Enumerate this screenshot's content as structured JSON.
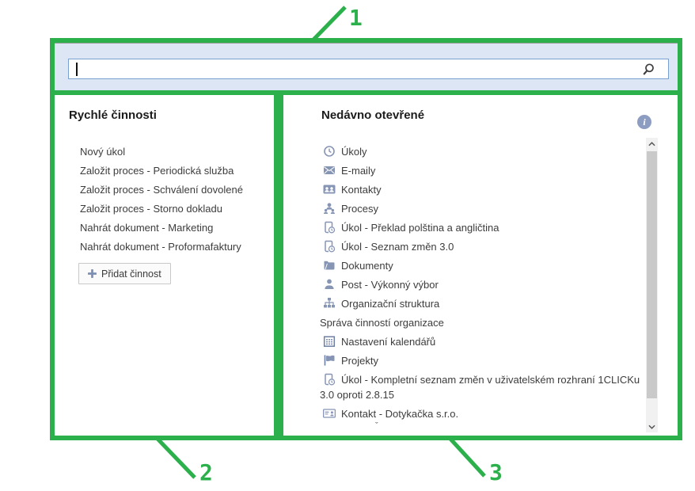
{
  "colors": {
    "annotation_green": "#2bb04c",
    "search_bg": "#dce6f4",
    "input_border": "#7aa0cf",
    "icon_blue": "#8795b5",
    "info_icon_bg": "#8d9dc2"
  },
  "annotations": {
    "label_1": "1",
    "label_2": "2",
    "label_3": "3"
  },
  "search": {
    "value": "",
    "icon": "magnifier-icon"
  },
  "quick_actions": {
    "title": "Rychlé činnosti",
    "items": [
      "Nový úkol",
      "Založit proces - Periodická služba",
      "Založit proces - Schválení dovolené",
      "Založit proces - Storno dokladu",
      "Nahrát dokument - Marketing",
      "Nahrát dokument - Proformafaktury"
    ],
    "add_button_label": "Přidat činnost"
  },
  "recent": {
    "title": "Nedávno otevřené",
    "info_glyph": "i",
    "clipped_hint": "ˇ",
    "items": [
      {
        "icon": "clock-icon",
        "label": "Úkoly"
      },
      {
        "icon": "email-icon",
        "label": "E-maily"
      },
      {
        "icon": "contacts-icon",
        "label": "Kontakty"
      },
      {
        "icon": "process-icon",
        "label": "Procesy"
      },
      {
        "icon": "task-icon",
        "label": "Úkol - Překlad polština a angličtina"
      },
      {
        "icon": "task-icon",
        "label": "Úkol - Seznam změn 3.0"
      },
      {
        "icon": "folder-icon",
        "label": "Dokumenty"
      },
      {
        "icon": "person-icon",
        "label": "Post - Výkonný výbor"
      },
      {
        "icon": "orgchart-icon",
        "label": "Organizační struktura"
      },
      {
        "icon": null,
        "label": "Správa činností organizace"
      },
      {
        "icon": "calendar-icon",
        "label": "Nastavení kalendářů"
      },
      {
        "icon": "flag-icon",
        "label": "Projekty"
      },
      {
        "icon": "task-icon",
        "label": "Úkol - Kompletní seznam změn v uživatelském rozhraní 1CLICKu\n3.0 oproti 2.8.15"
      },
      {
        "icon": "contact-card-icon",
        "label": "Kontakt - Dotykačka s.r.o."
      }
    ]
  }
}
